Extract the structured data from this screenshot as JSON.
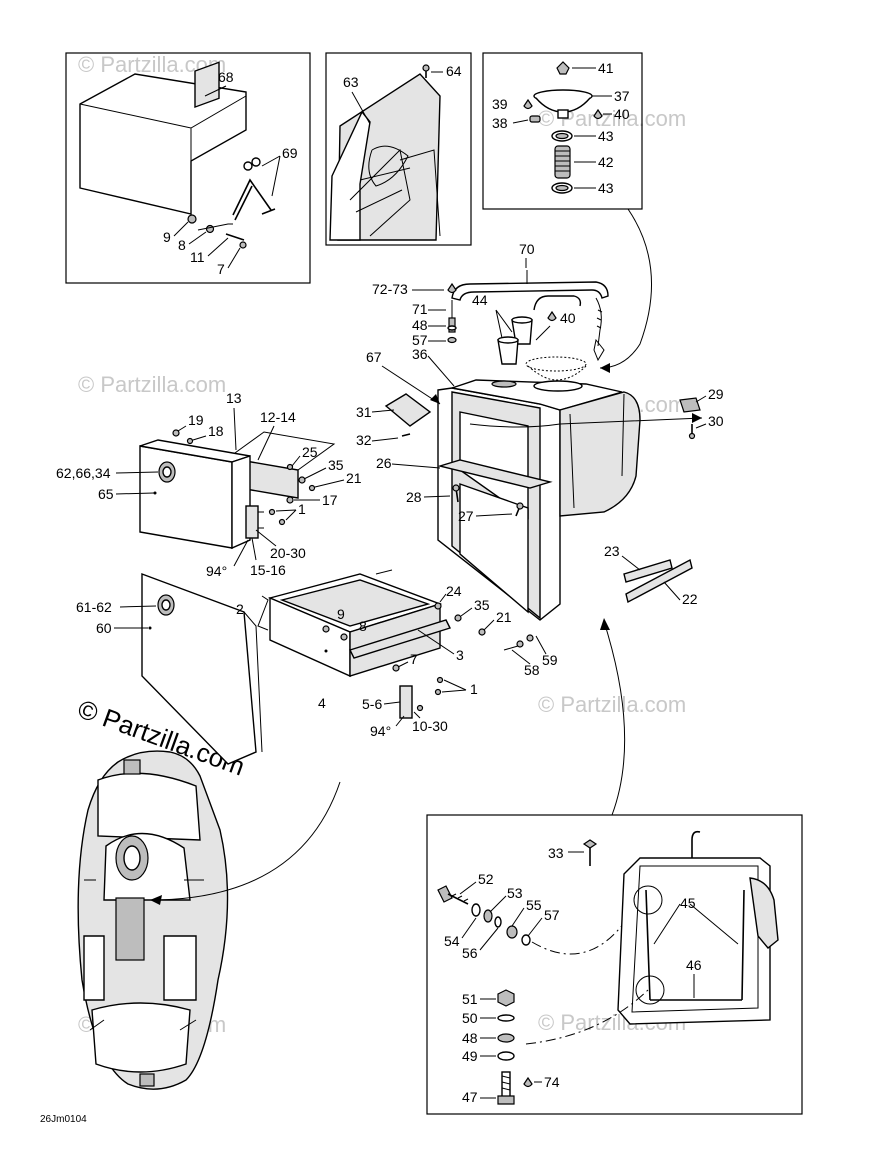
{
  "diagram": {
    "code": "26Jm0104",
    "watermark": "© Partzilla.com",
    "angles": {
      "upper_bracket": "94°",
      "lower_bracket": "94°"
    },
    "callouts": {
      "c68": "68",
      "c69": "69",
      "c9a": "9",
      "c8a": "8",
      "c11": "11",
      "c7a": "7",
      "c63": "63",
      "c64": "64",
      "c41": "41",
      "c37": "37",
      "c39": "39",
      "c40a": "40",
      "c38": "38",
      "c43a": "43",
      "c42": "42",
      "c43b": "43",
      "c70": "70",
      "c72_73": "72-73",
      "c71": "71",
      "c48a": "48",
      "c57a": "57",
      "c44": "44",
      "c40b": "40",
      "c67": "67",
      "c36": "36",
      "c29": "29",
      "c30": "30",
      "c13": "13",
      "c19": "19",
      "c18": "18",
      "c12_14": "12-14",
      "c62_66_34": "62,66,34",
      "c65": "65",
      "c25": "25",
      "c35a": "35",
      "c21a": "21",
      "c1a": "1",
      "c17": "17",
      "c20_30": "20-30",
      "c15_16": "15-16",
      "c31": "31",
      "c32": "32",
      "c26": "26",
      "c28": "28",
      "c27": "27",
      "c23": "23",
      "c22": "22",
      "c61_62": "61-62",
      "c60": "60",
      "c2": "2",
      "c9b": "9",
      "c8b": "8",
      "c24": "24",
      "c35b": "35",
      "c21b": "21",
      "c3": "3",
      "c7b": "7",
      "c4": "4",
      "c1b": "1",
      "c5_6": "5-6",
      "c10_30": "10-30",
      "c59": "59",
      "c58": "58",
      "c33": "33",
      "c52": "52",
      "c53": "53",
      "c55": "55",
      "c57b": "57",
      "c54": "54",
      "c56": "56",
      "c45": "45",
      "c46": "46",
      "c51": "51",
      "c50": "50",
      "c48b": "48",
      "c49": "49",
      "c47": "47",
      "c74": "74"
    }
  }
}
